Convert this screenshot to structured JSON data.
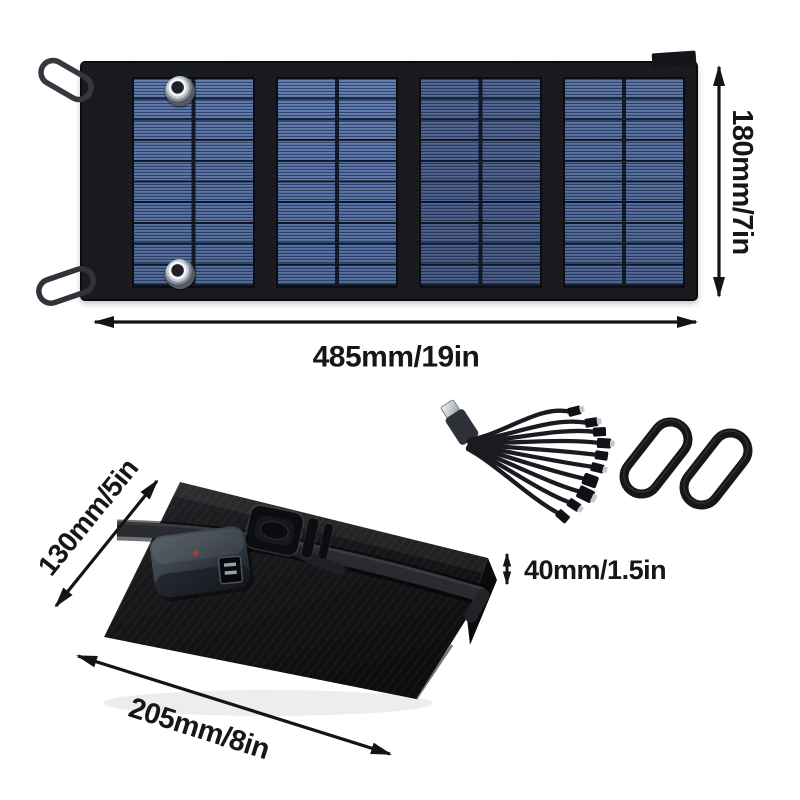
{
  "dimensions": {
    "unfolded_height": "180mm/7in",
    "unfolded_width": "485mm/19in",
    "folded_depth": "130mm/5in",
    "folded_thickness": "40mm/1.5in",
    "folded_width": "205mm/8in"
  },
  "unfolded_panel": {
    "sections": 4,
    "cell_rows": 10,
    "cell_columns": 2,
    "grommets": 2,
    "attached_carabiners": 2,
    "fabric_color": "#17181b",
    "cell_color": "#54709f",
    "cell_line_color": "#0e1525"
  },
  "folded_panel": {
    "features": [
      "strap with buckle",
      "USB output module with red indicator LED"
    ],
    "fabric_color": "#131316"
  },
  "accessories": {
    "multi_cable": {
      "name": "10-in-1 USB charging cable",
      "connectors": 10
    },
    "carabiners": {
      "count": 2,
      "body_color": "#16171a",
      "gate_color": "#c6cbd2"
    }
  },
  "style": {
    "background": "#ffffff",
    "annotation_color": "#141414"
  }
}
